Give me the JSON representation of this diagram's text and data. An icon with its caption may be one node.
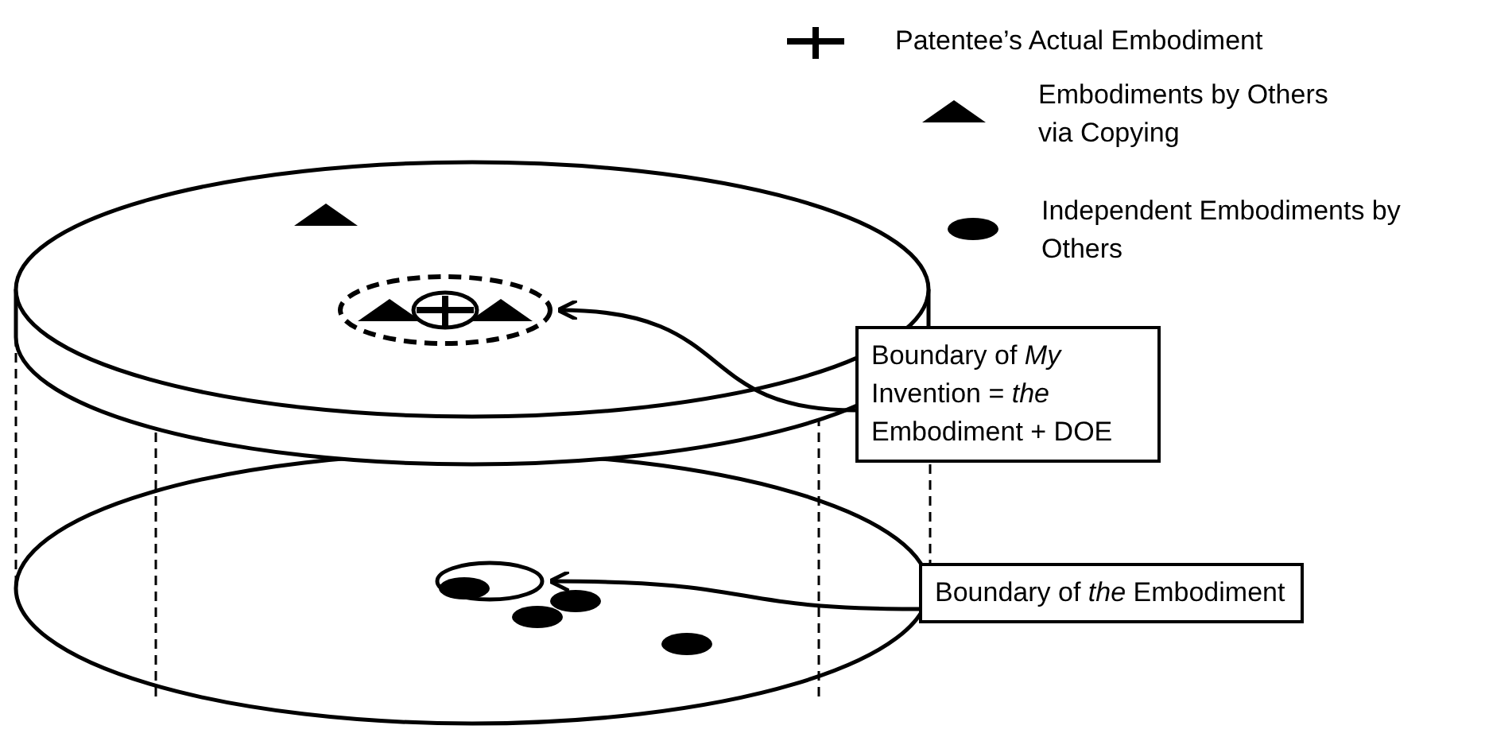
{
  "diagram": {
    "nodes": [
      {
        "text": [
          "Boundary of *My* Invention = *the* Embodiment + DOE"
        ]
      },
      {
        "text": [],
        "shape": "circle"
      },
      {
        "text": [
          "Boundary of *the* Embodiment"
        ]
      },
      {
        "text": [],
        "shape": "circle"
      }
    ],
    "edges": [
      {
        "from": 0,
        "to": 1,
        "arrow": "to"
      },
      {
        "from": 2,
        "to": 3,
        "arrow": "to"
      }
    ],
    "legend": [
      {
        "text": "Patentee’s Actual Embodiment"
      },
      {
        "text": "Embodiments by Others via Copying"
      },
      {
        "text": "Independent Embodiments by Others"
      }
    ]
  }
}
